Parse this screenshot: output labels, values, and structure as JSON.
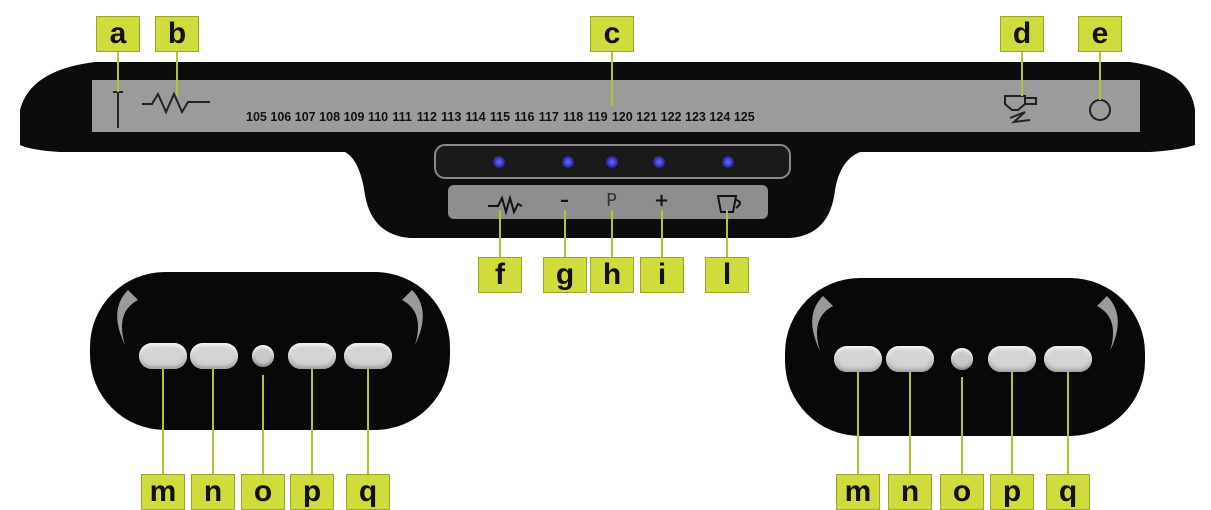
{
  "labels": {
    "a": "a",
    "b": "b",
    "c": "c",
    "d": "d",
    "e": "e",
    "f": "f",
    "g": "g",
    "h": "h",
    "i": "i",
    "l": "l",
    "left_group": [
      "m",
      "n",
      "o",
      "p",
      "q"
    ],
    "right_group": [
      "m",
      "n",
      "o",
      "p",
      "q"
    ]
  },
  "scale": [
    "105",
    "106",
    "107",
    "108",
    "109",
    "110",
    "111",
    "112",
    "113",
    "114",
    "115",
    "116",
    "117",
    "118",
    "119",
    "120",
    "121",
    "122",
    "123",
    "124",
    "125"
  ],
  "controls": {
    "minus": "–",
    "p": "P",
    "plus": "+"
  },
  "colors": {
    "callout": "#cfdc3c",
    "panel": "#0c0c0c",
    "display": "#9b9b9b",
    "led": "#4a4aff"
  },
  "icons": [
    "thermometer-icon",
    "pulse-icon",
    "steam-wand-icon",
    "power-icon",
    "pulse-small-icon",
    "cup-icon"
  ]
}
